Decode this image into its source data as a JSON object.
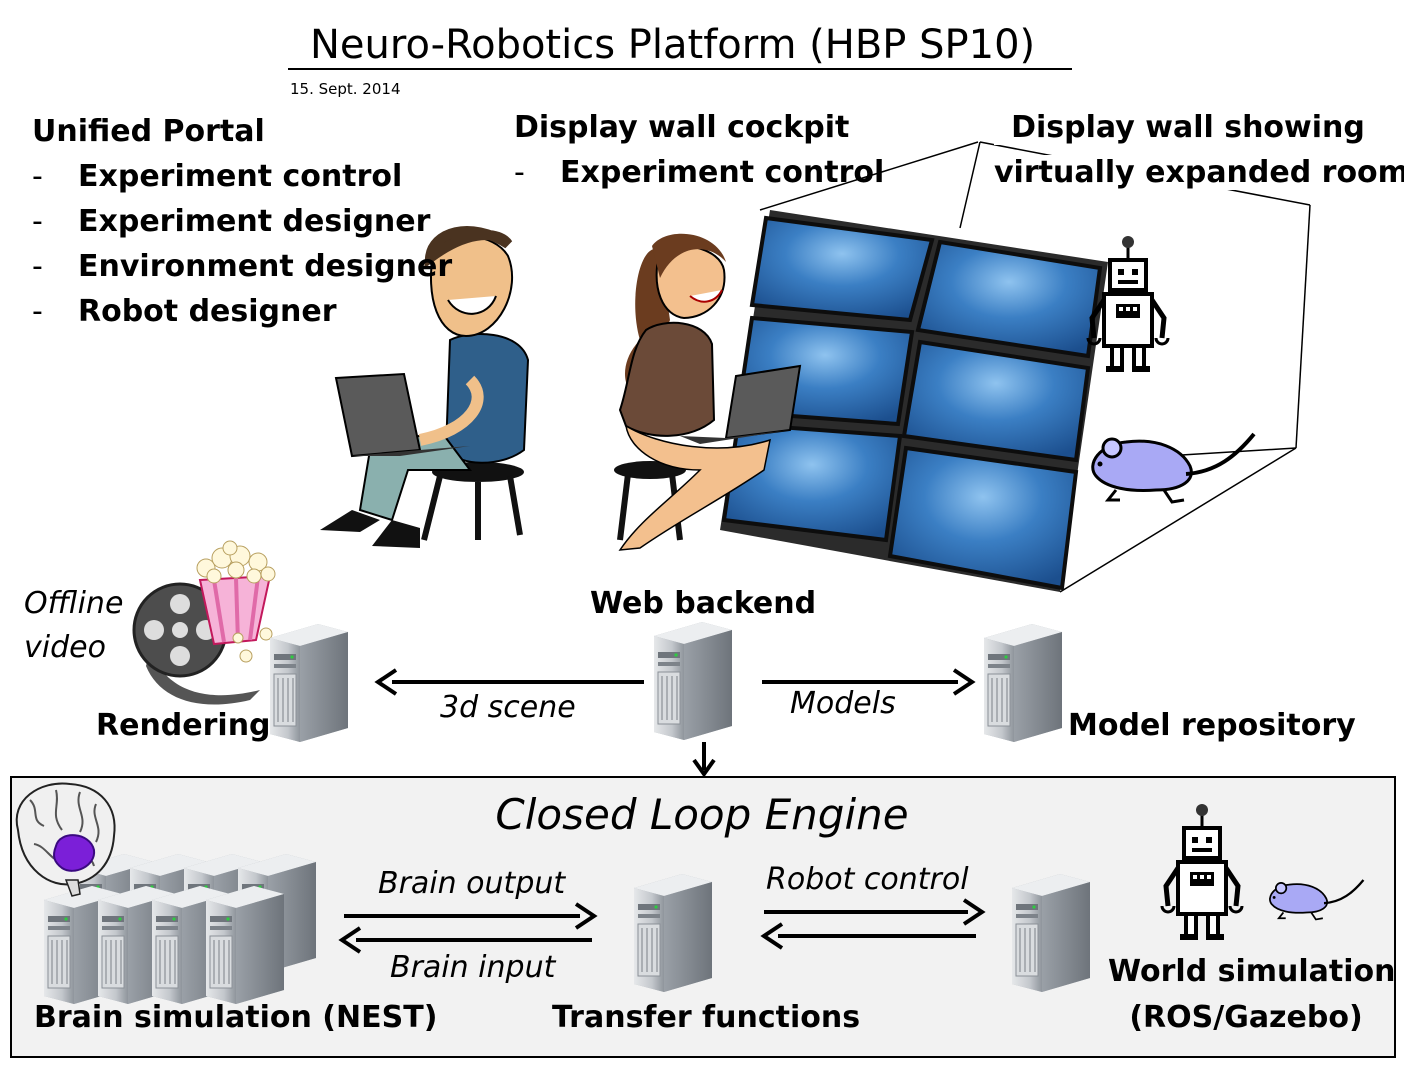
{
  "title": "Neuro-Robotics Platform (HBP SP10)",
  "date": "15. Sept. 2014",
  "unified_portal": {
    "heading": "Unified Portal",
    "items": [
      {
        "bullet": "-",
        "label": "Experiment control"
      },
      {
        "bullet": "-",
        "label": "Experiment designer"
      },
      {
        "bullet": "-",
        "label": "Environment designer"
      },
      {
        "bullet": "-",
        "label": "Robot designer"
      }
    ]
  },
  "cockpit": {
    "heading": "Display wall cockpit",
    "items": [
      {
        "bullet": "-",
        "label": "Experiment control"
      }
    ]
  },
  "display_wall": {
    "line1": "Display wall showing",
    "line2": "virtually expanded room"
  },
  "offline_video": {
    "line1": "Offline",
    "line2": "video"
  },
  "rendering": "Rendering",
  "web_backend": "Web backend",
  "scene_3d": "3d scene",
  "models": "Models",
  "model_repository": "Model repository",
  "closed_loop_engine": "Closed Loop Engine",
  "brain_output": "Brain output",
  "brain_input": "Brain input",
  "robot_control": "Robot control",
  "brain_simulation": "Brain simulation (NEST)",
  "transfer_functions": "Transfer functions",
  "world_simulation": {
    "line1": "World simulation",
    "line2": "(ROS/Gazebo)"
  },
  "colors": {
    "screen_blue": "#2f6fb4",
    "screen_frame": "#2b2b2b",
    "server_gray": "#b8bcc2",
    "brain_purple": "#7b1fd8",
    "mouse_lavender": "#a9a9f5",
    "panel_gray": "#f2f2f2"
  }
}
